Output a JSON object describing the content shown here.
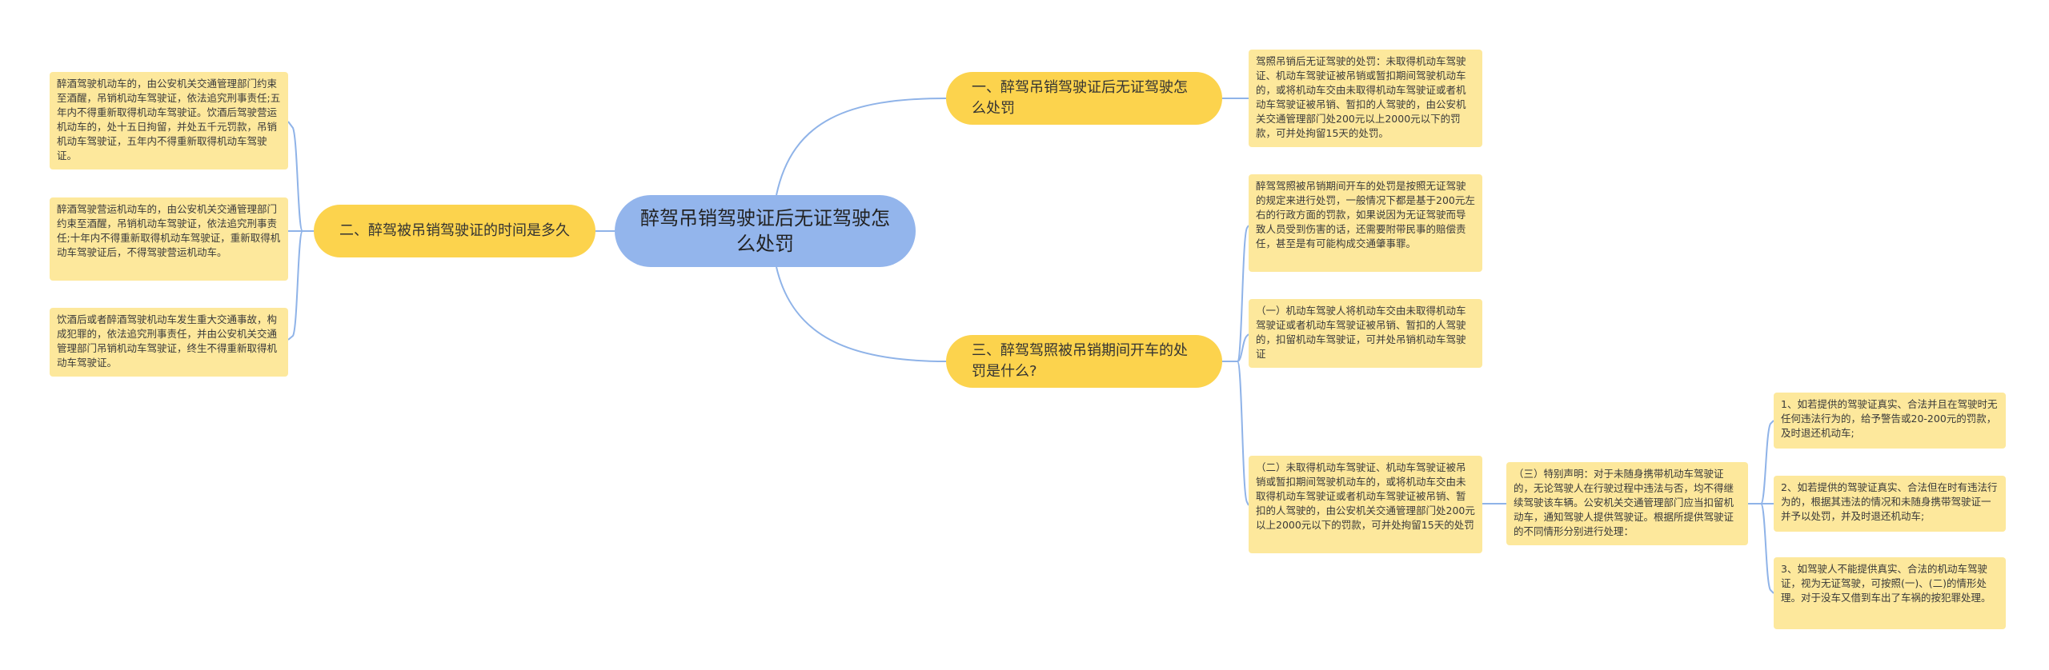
{
  "root": {
    "title": "醉驾吊销驾驶证后无证驾驶怎么处罚"
  },
  "topics": [
    {
      "label": "一、醉驾吊销驾驶证后无证驾驶怎么处罚"
    },
    {
      "label": "二、醉驾被吊销驾驶证的时间是多久"
    },
    {
      "label": "三、醉驾驾照被吊销期间开车的处罚是什么?"
    }
  ],
  "topic1_leaves": [
    {
      "text": "驾照吊销后无证驾驶的处罚：未取得机动车驾驶证、机动车驾驶证被吊销或暂扣期间驾驶机动车的，或将机动车交由未取得机动车驾驶证或者机动车驾驶证被吊销、暂扣的人驾驶的，由公安机关交通管理部门处200元以上2000元以下的罚款，可并处拘留15天的处罚。"
    }
  ],
  "topic2_leaves": [
    {
      "text": "醉酒驾驶机动车的，由公安机关交通管理部门约束至酒醒，吊销机动车驾驶证，依法追究刑事责任;五年内不得重新取得机动车驾驶证。饮酒后驾驶营运机动车的，处十五日拘留，并处五千元罚款，吊销机动车驾驶证，五年内不得重新取得机动车驾驶证。"
    },
    {
      "text": "醉酒驾驶营运机动车的，由公安机关交通管理部门约束至酒醒，吊销机动车驾驶证，依法追究刑事责任;十年内不得重新取得机动车驾驶证，重新取得机动车驾驶证后，不得驾驶营运机动车。"
    },
    {
      "text": "饮酒后或者醉酒驾驶机动车发生重大交通事故，构成犯罪的，依法追究刑事责任，并由公安机关交通管理部门吊销机动车驾驶证，终生不得重新取得机动车驾驶证。"
    }
  ],
  "topic3_leaves": [
    {
      "text": "醉驾驾照被吊销期间开车的处罚是按照无证驾驶的规定来进行处罚，一般情况下都是基于200元左右的行政方面的罚款，如果说因为无证驾驶而导致人员受到伤害的话，还需要附带民事的赔偿责任，甚至是有可能构成交通肇事罪。"
    },
    {
      "text": "（一）机动车驾驶人将机动车交由未取得机动车驾驶证或者机动车驾驶证被吊销、暂扣的人驾驶的，扣留机动车驾驶证，可并处吊销机动车驾驶证"
    },
    {
      "text": "（二）未取得机动车驾驶证、机动车驾驶证被吊销或暂扣期间驾驶机动车的，或将机动车交由未取得机动车驾驶证或者机动车驾驶证被吊销、暂扣的人驾驶的，由公安机关交通管理部门处200元以上2000元以下的罚款，可并处拘留15天的处罚"
    }
  ],
  "special": {
    "text": "（三）特别声明：对于未随身携带机动车驾驶证的，无论驾驶人在行驶过程中违法与否，均不得继续驾驶该车辆。公安机关交通管理部门应当扣留机动车，通知驾驶人提供驾驶证。根据所提供驾驶证的不同情形分别进行处理："
  },
  "special_items": [
    {
      "text": "1、如若提供的驾驶证真实、合法并且在驾驶时无任何违法行为的，给予警告或20-200元的罚款，及时退还机动车;"
    },
    {
      "text": "2、如若提供的驾驶证真实、合法但在时有违法行为的，根据其违法的情况和未随身携带驾驶证一并予以处罚，并及时退还机动车;"
    },
    {
      "text": "3、如驾驶人不能提供真实、合法的机动车驾驶证，视为无证驾驶，可按照(一)、(二)的情形处理。对于没车又借到车出了车祸的按犯罪处理。"
    }
  ],
  "colors": {
    "root": "#93b5ec",
    "topic": "#fcd34d",
    "leaf": "#fde89c",
    "edge": "#8fb3e8"
  }
}
